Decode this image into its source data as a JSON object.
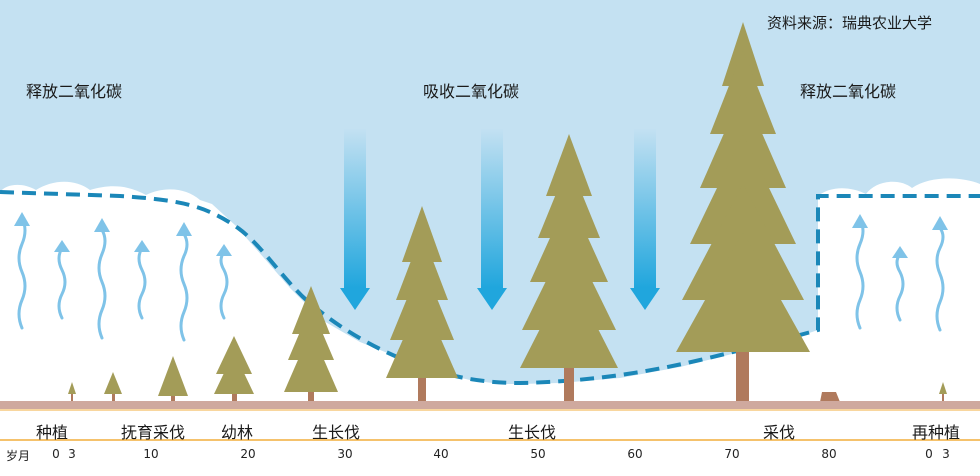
{
  "source": "资料来源：瑞典农业大学",
  "labels": {
    "release_left": "释放二氧化碳",
    "absorb": "吸收二氧化碳",
    "release_right": "释放二氧化碳"
  },
  "stages": [
    "种植",
    "抚育采伐",
    "幼林",
    "生长伐",
    "生长伐",
    "采伐",
    "再种植"
  ],
  "axis": {
    "label": "岁月",
    "ticks": [
      "0",
      "3",
      "10",
      "20",
      "30",
      "40",
      "50",
      "60",
      "70",
      "80",
      "0",
      "3"
    ]
  },
  "colors": {
    "sky": "#c4e1f2",
    "tree": "#a39c58",
    "trunk": "#b07a5d",
    "ground": "#cfa99e",
    "dashed_line": "#1b87b8",
    "arrow_down": "#20a6dd",
    "arrow_up": "#7fc3e8",
    "axis_line": "#f2ae3c"
  }
}
